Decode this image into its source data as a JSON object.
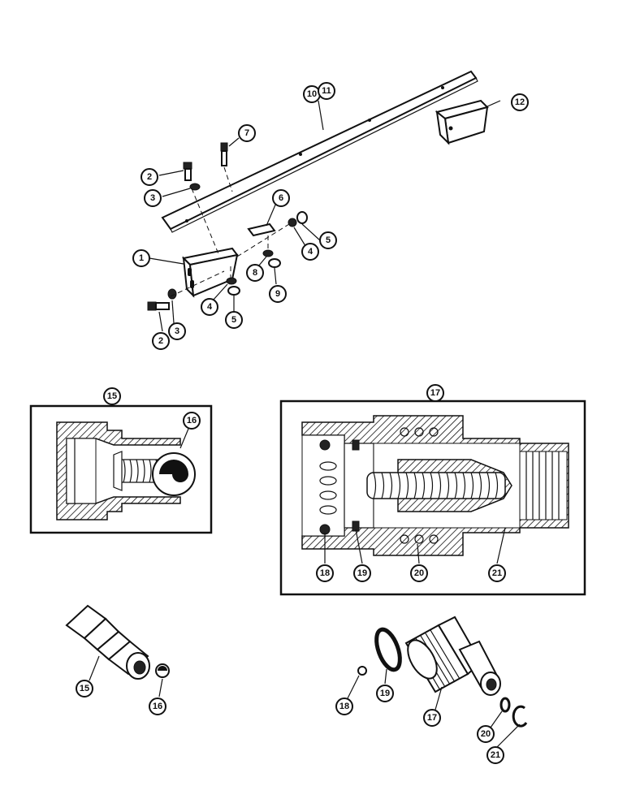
{
  "callouts": {
    "c1": "1",
    "c2a": "2",
    "c2b": "2",
    "c3a": "3",
    "c3b": "3",
    "c4a": "4",
    "c4b": "4",
    "c5a": "5",
    "c5b": "5",
    "c6": "6",
    "c7": "7",
    "c8": "8",
    "c9": "9",
    "c10": "10",
    "c11": "11",
    "c12": "12",
    "c15box": "15",
    "c16box": "16",
    "c17box": "17",
    "c18box": "18",
    "c19box": "19",
    "c20box": "20",
    "c21box": "21",
    "c15": "15",
    "c16": "16",
    "c17": "17",
    "c18": "18",
    "c19": "19",
    "c20": "20",
    "c21": "21"
  },
  "colors": {
    "ink": "#111111",
    "paper": "#ffffff"
  }
}
